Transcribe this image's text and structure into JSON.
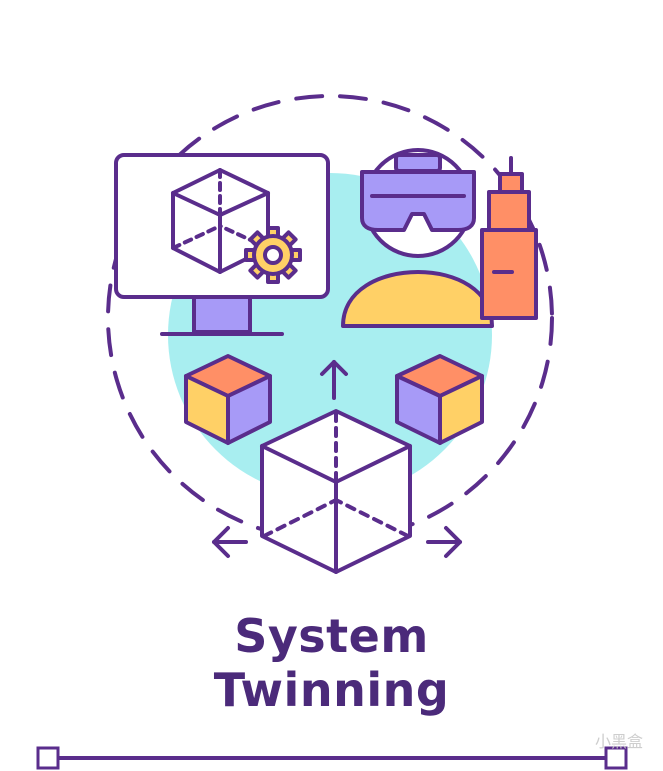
{
  "title": {
    "line1": "System",
    "line2": "Twinning"
  },
  "watermark": {
    "text": "小黑盒"
  },
  "colors": {
    "outline": "#5a2d8c",
    "title": "#4b2a7a",
    "teal": "#a8eef0",
    "purple": "#a79af7",
    "yellow": "#ffd066",
    "orange": "#ff8f66",
    "white": "#ffffff"
  },
  "icons": [
    "monitor-icon",
    "gear-icon",
    "vr-headset-person-icon",
    "tower-icon",
    "cube-icon",
    "arrow-icon"
  ]
}
